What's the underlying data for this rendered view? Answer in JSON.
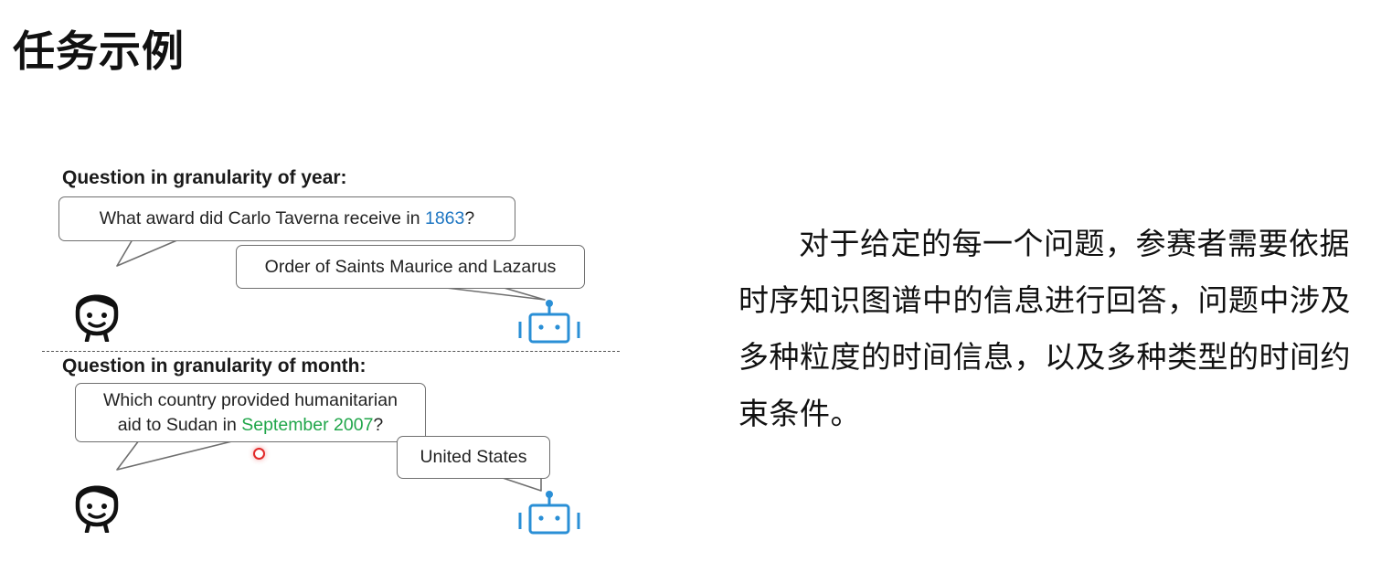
{
  "slide": {
    "title": "任务示例",
    "description": "对于给定的每一个问题，参赛者需要依据时序知识图谱中的信息进行回答，问题中涉及多种粒度的时间信息，以及多种类型的时间约束条件。"
  },
  "examples": [
    {
      "heading": "Question in granularity of year:",
      "question_prefix": "What award did Carlo Taverna receive in ",
      "question_time": "1863",
      "question_suffix": "?",
      "time_color": "#1e76c2",
      "answer": "Order of Saints Maurice and Lazarus"
    },
    {
      "heading": "Question in granularity of month:",
      "question_line1": "Which country  provided humanitarian",
      "question_prefix": "aid to  Sudan in ",
      "question_time": "September 2007",
      "question_suffix": "?",
      "time_color": "#20a64a",
      "answer": "United States"
    }
  ],
  "icons": {
    "person": "person-icon",
    "robot": "robot-icon",
    "robot_color": "#2a8fd6"
  }
}
